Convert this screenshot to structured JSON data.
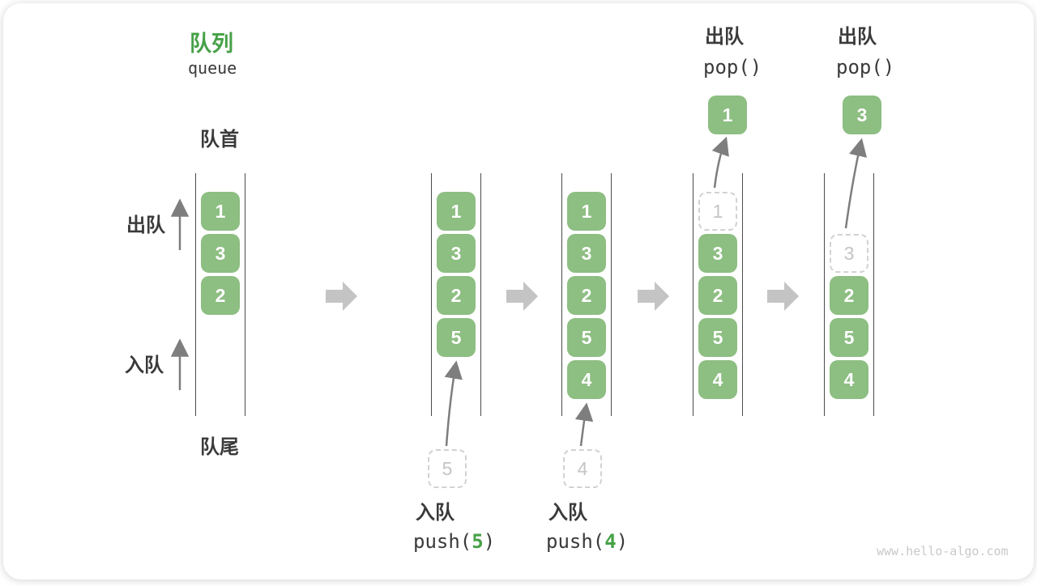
{
  "title": {
    "zh": "队列",
    "en": "queue"
  },
  "side_labels": {
    "front": "队首",
    "rear": "队尾",
    "dequeue": "出队",
    "enqueue": "入队"
  },
  "states": [
    {
      "boxes": [
        {
          "v": "1"
        },
        {
          "v": "3"
        },
        {
          "v": "2"
        }
      ]
    },
    {
      "boxes": [
        {
          "v": "1"
        },
        {
          "v": "3"
        },
        {
          "v": "2"
        },
        {
          "v": "5"
        }
      ]
    },
    {
      "boxes": [
        {
          "v": "1"
        },
        {
          "v": "3"
        },
        {
          "v": "2"
        },
        {
          "v": "5"
        },
        {
          "v": "4"
        }
      ]
    },
    {
      "boxes": [
        {
          "v": "1",
          "ghost": true
        },
        {
          "v": "3"
        },
        {
          "v": "2"
        },
        {
          "v": "5"
        },
        {
          "v": "4"
        }
      ]
    },
    {
      "boxes": [
        {
          "v": "3",
          "ghost": true
        },
        {
          "v": "2"
        },
        {
          "v": "5"
        },
        {
          "v": "4"
        }
      ]
    }
  ],
  "ops": {
    "push5": {
      "label_zh": "入队",
      "code_pre": "push(",
      "arg": "5",
      "code_post": ")",
      "ghost_value": "5"
    },
    "push4": {
      "label_zh": "入队",
      "code_pre": "push(",
      "arg": "4",
      "code_post": ")",
      "ghost_value": "4"
    },
    "pop1": {
      "label_zh": "出队",
      "code": "pop()",
      "popped_value": "1"
    },
    "pop3": {
      "label_zh": "出队",
      "code": "pop()",
      "popped_value": "3"
    }
  },
  "watermark": "www.hello-algo.com",
  "colors": {
    "box_green": "#8dbe82",
    "title_green": "#46a147",
    "dark_text": "#3a3a3a",
    "block_arrow_gray": "#c4c4c4",
    "thin_arrow_gray": "#7e7e7e",
    "ghost_gray": "#d2d2d2"
  }
}
